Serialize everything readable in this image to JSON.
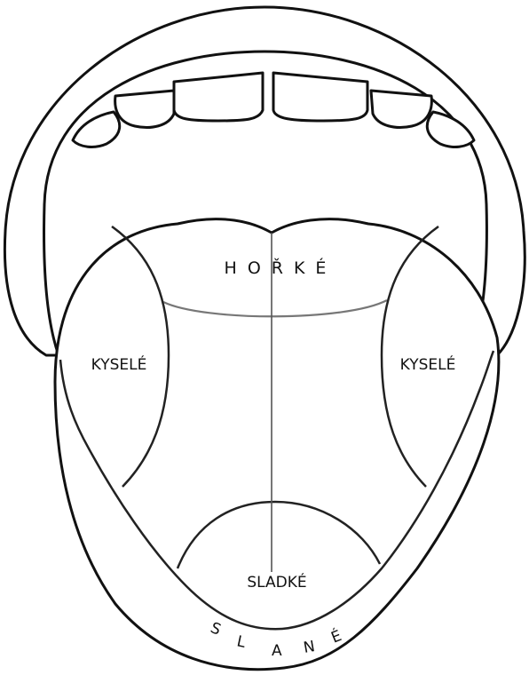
{
  "labels": {
    "bitter": "HOŘKÉ",
    "sour_left": "KYSELÉ",
    "sour_right": "KYSELÉ",
    "sweet": "SLADKÉ",
    "salty": [
      "S",
      "L",
      "A",
      "N",
      "É"
    ]
  },
  "colors": {
    "line": "#111111",
    "background": "#ffffff"
  }
}
